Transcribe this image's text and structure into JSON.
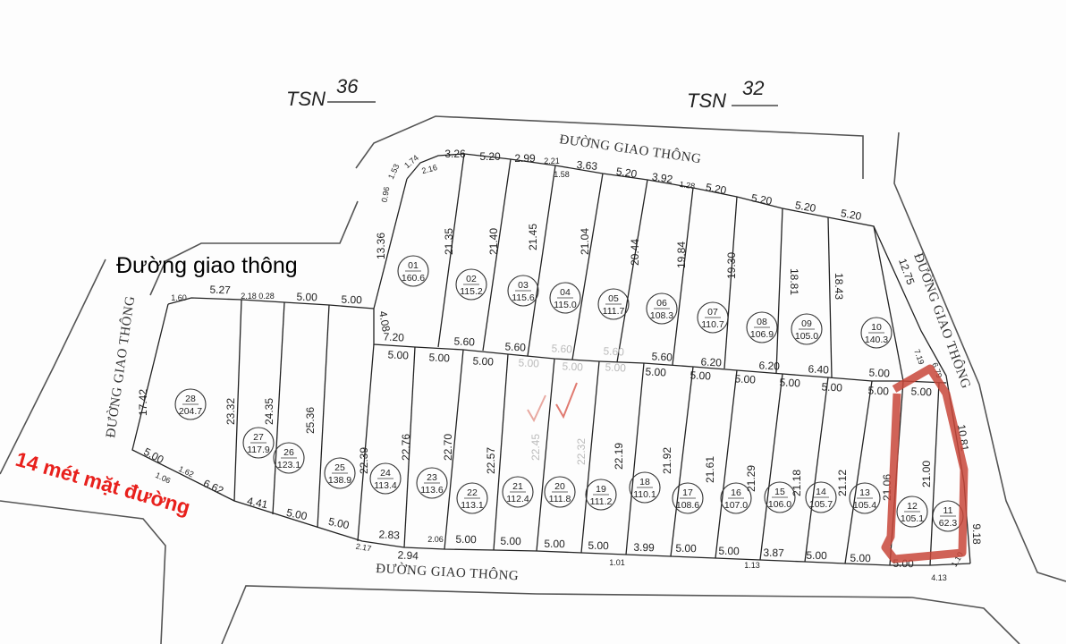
{
  "labels": {
    "tsn_left": "TSN",
    "tsn_left_num": "36",
    "tsn_right": "TSN",
    "tsn_right_num": "32",
    "road_top": "ĐƯỜNG GIAO THÔNG",
    "road_right": "ĐƯỜNG GIAO THÔNG",
    "road_left": "ĐƯỜNG GIAO THÔNG",
    "road_bottom": "ĐƯỜNG GIAO THÔNG",
    "handwritten_road": "Đường giao thông",
    "road_width_note": "14 mét mặt đường"
  },
  "colors": {
    "line": "#222222",
    "road": "#555555",
    "annotation_red": "#e8201c",
    "highlight": "#c8463a"
  },
  "lots": [
    {
      "id": "01",
      "area": "160.6"
    },
    {
      "id": "02",
      "area": "115.2"
    },
    {
      "id": "03",
      "area": "115.6"
    },
    {
      "id": "04",
      "area": "115.0"
    },
    {
      "id": "05",
      "area": "111.7"
    },
    {
      "id": "06",
      "area": "108.3"
    },
    {
      "id": "07",
      "area": "110.7"
    },
    {
      "id": "08",
      "area": "106.9"
    },
    {
      "id": "09",
      "area": "105.0"
    },
    {
      "id": "10",
      "area": "140.3"
    },
    {
      "id": "11",
      "area": "62.3"
    },
    {
      "id": "12",
      "area": "105.1"
    },
    {
      "id": "13",
      "area": "105.4"
    },
    {
      "id": "14",
      "area": "105.7"
    },
    {
      "id": "15",
      "area": "106.0"
    },
    {
      "id": "16",
      "area": "107.0"
    },
    {
      "id": "17",
      "area": "108.6"
    },
    {
      "id": "18",
      "area": "110.1"
    },
    {
      "id": "19",
      "area": "111.2"
    },
    {
      "id": "20",
      "area": "111.8"
    },
    {
      "id": "21",
      "area": "112.4"
    },
    {
      "id": "22",
      "area": "113.1"
    },
    {
      "id": "23",
      "area": "113.6"
    },
    {
      "id": "24",
      "area": "113.4"
    },
    {
      "id": "25",
      "area": "138.9"
    },
    {
      "id": "26",
      "area": "123.1"
    },
    {
      "id": "27",
      "area": "117.9"
    },
    {
      "id": "28",
      "area": "204.7"
    }
  ],
  "highlighted_lots": [
    "11",
    "12"
  ],
  "checked_lots": [
    "20",
    "21"
  ],
  "dimensions": [
    "0.96",
    "1.53",
    "1.74",
    "2.16",
    "3.26",
    "5.20",
    "2.99",
    "2.21",
    "1.58",
    "3.63",
    "5.20",
    "3.92",
    "1.28",
    "5.20",
    "5.20",
    "5.20",
    "5.20",
    "13.36",
    "4.08",
    "12.75",
    "7.19",
    "6.79",
    "10.81",
    "9.18",
    "4.13",
    "1.10",
    "21.35",
    "21.40",
    "21.45",
    "21.04",
    "20.44",
    "19.84",
    "19.30",
    "18.81",
    "18.43",
    "7.20",
    "5.60",
    "5.60",
    "5.60",
    "5.60",
    "5.60",
    "6.20",
    "6.20",
    "6.40",
    "5.00",
    "5.00",
    "5.00",
    "5.00",
    "5.00",
    "5.00",
    "5.00",
    "5.00",
    "5.00",
    "5.00",
    "5.00",
    "5.00",
    "5.00",
    "5.00",
    "1.60",
    "5.27",
    "2.18",
    "0.28",
    "5.00",
    "5.00",
    "17.42",
    "23.32",
    "24.35",
    "25.36",
    "22.39",
    "22.76",
    "22.70",
    "22.57",
    "22.45",
    "22.32",
    "22.19",
    "21.92",
    "21.61",
    "21.29",
    "21.18",
    "21.12",
    "21.06",
    "21.00",
    "5.00",
    "1.62",
    "1.06",
    "6.62",
    "4.41",
    "5.00",
    "5.00",
    "2.17",
    "2.83",
    "2.94",
    "2.06",
    "5.00",
    "5.00",
    "5.00",
    "5.00",
    "1.01",
    "3.99",
    "5.00",
    "5.00",
    "1.13",
    "3.87",
    "5.00",
    "5.00",
    "5.00"
  ]
}
